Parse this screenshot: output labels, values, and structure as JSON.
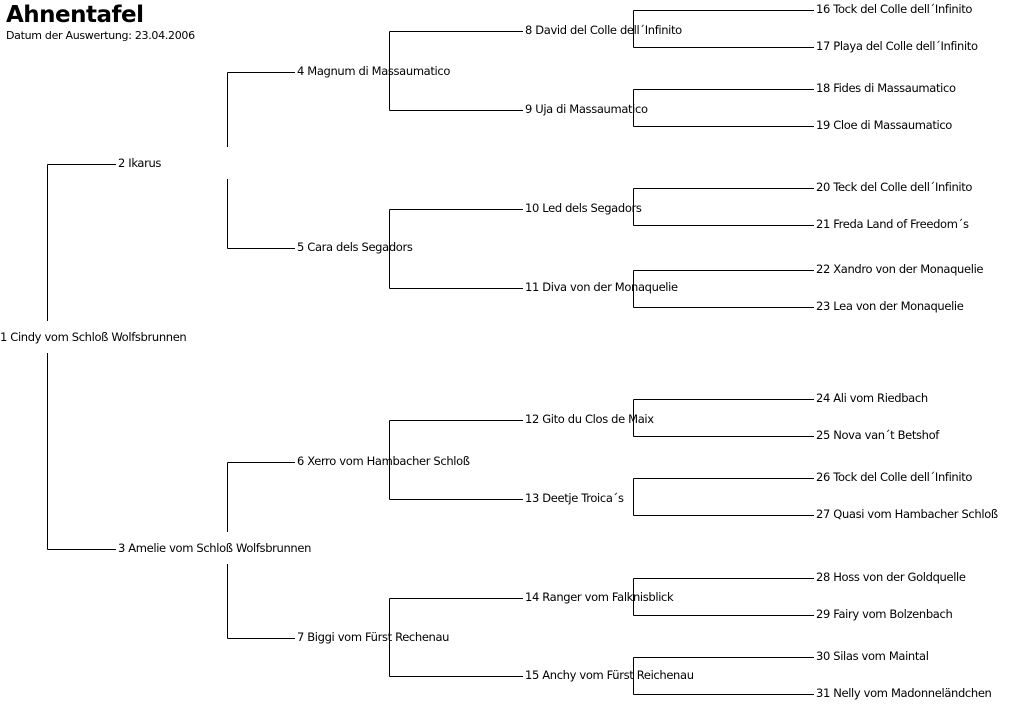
{
  "title": "Ahnentafel",
  "subtitle": "Datum der Auswertung: 23.04.2006",
  "colors": {
    "text": "#000000",
    "line": "#000000",
    "background": "#ffffff"
  },
  "ancestors": [
    {
      "id": 1,
      "label": "1 Cindy vom Schloß Wolfsbrunnen"
    },
    {
      "id": 2,
      "label": "2 Ikarus"
    },
    {
      "id": 3,
      "label": "3 Amelie vom Schloß Wolfsbrunnen"
    },
    {
      "id": 4,
      "label": "4 Magnum di Massaumatico"
    },
    {
      "id": 5,
      "label": "5 Cara dels Segadors"
    },
    {
      "id": 6,
      "label": "6 Xerro vom Hambacher Schloß"
    },
    {
      "id": 7,
      "label": "7 Biggi vom Fürst Rechenau"
    },
    {
      "id": 8,
      "label": "8 David del Colle dell´Infinito"
    },
    {
      "id": 9,
      "label": "9 Uja di Massaumatico"
    },
    {
      "id": 10,
      "label": "10 Led dels Segadors"
    },
    {
      "id": 11,
      "label": "11 Diva von der Monaquelie"
    },
    {
      "id": 12,
      "label": "12 Gito du Clos de Maix"
    },
    {
      "id": 13,
      "label": "13 Deetje Troica´s"
    },
    {
      "id": 14,
      "label": "14 Ranger vom Falknisblick"
    },
    {
      "id": 15,
      "label": "15 Anchy vom Fürst Reichenau"
    },
    {
      "id": 16,
      "label": "16 Tock del Colle dell´Infinito"
    },
    {
      "id": 17,
      "label": "17 Playa del Colle dell´Infinito"
    },
    {
      "id": 18,
      "label": "18 Fides di Massaumatico"
    },
    {
      "id": 19,
      "label": "19 Cloe di Massaumatico"
    },
    {
      "id": 20,
      "label": "20 Teck del Colle dell´Infinito"
    },
    {
      "id": 21,
      "label": "21 Freda Land of Freedom´s"
    },
    {
      "id": 22,
      "label": "22 Xandro von der Monaquelie"
    },
    {
      "id": 23,
      "label": "23 Lea von der Monaquelie"
    },
    {
      "id": 24,
      "label": "24 Ali vom Riedbach"
    },
    {
      "id": 25,
      "label": "25 Nova van´t Betshof"
    },
    {
      "id": 26,
      "label": "26 Tock del Colle dell´Infinito"
    },
    {
      "id": 27,
      "label": "27 Quasi vom Hambacher Schloß"
    },
    {
      "id": 28,
      "label": "28 Hoss von der Goldquelle"
    },
    {
      "id": 29,
      "label": "29 Fairy vom Bolzenbach"
    },
    {
      "id": 30,
      "label": "30 Silas vom Maintal"
    },
    {
      "id": 31,
      "label": "31 Nelly vom Madonneländchen"
    }
  ]
}
